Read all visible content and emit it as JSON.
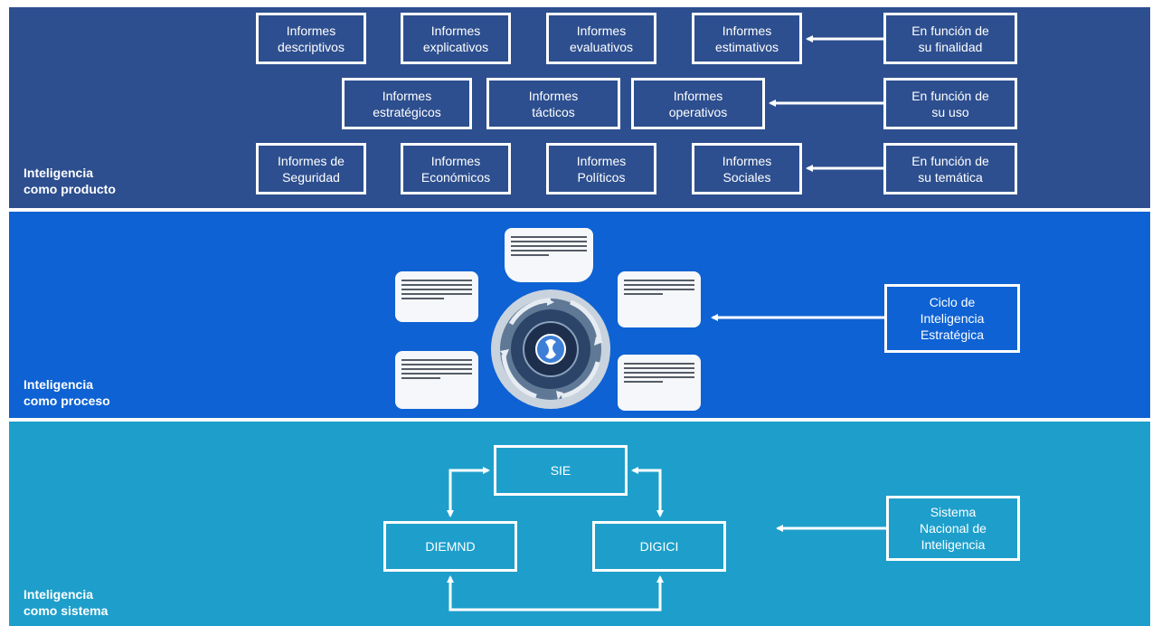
{
  "bands": [
    {
      "label_line1": "Inteligencia",
      "label_line2": "como producto"
    },
    {
      "label_line1": "Inteligencia",
      "label_line2": "como proceso"
    },
    {
      "label_line1": "Inteligencia",
      "label_line2": "como sistema"
    }
  ],
  "producto": {
    "row1": [
      {
        "l1": "Informes",
        "l2": "descriptivos"
      },
      {
        "l1": "Informes",
        "l2": "explicativos"
      },
      {
        "l1": "Informes",
        "l2": "evaluativos"
      },
      {
        "l1": "Informes",
        "l2": "estimativos"
      }
    ],
    "row2": [
      {
        "l1": "Informes",
        "l2": "estratégicos"
      },
      {
        "l1": "Informes",
        "l2": "tácticos"
      },
      {
        "l1": "Informes",
        "l2": "operativos"
      }
    ],
    "row3": [
      {
        "l1": "Informes de",
        "l2": "Seguridad"
      },
      {
        "l1": "Informes",
        "l2": "Económicos"
      },
      {
        "l1": "Informes",
        "l2": "Políticos"
      },
      {
        "l1": "Informes",
        "l2": "Sociales"
      }
    ],
    "criteria": [
      {
        "l1": "En función de",
        "l2": "su finalidad"
      },
      {
        "l1": "En función de",
        "l2": "su uso"
      },
      {
        "l1": "En función de",
        "l2": "su temática"
      }
    ]
  },
  "proceso": {
    "label": {
      "l1": "Ciclo de",
      "l2": "Inteligencia",
      "l3": "Estratégica"
    }
  },
  "sistema": {
    "sie": "SIE",
    "diemnd": "DIEMND",
    "digici": "DIGICI",
    "label": {
      "l1": "Sistema",
      "l2": "Nacional de",
      "l3": "Inteligencia"
    }
  },
  "colors": {
    "producto_band": "#2d4f8f",
    "proceso_band": "#0e62d3",
    "sistema_band": "#1e9fcb",
    "lines": "#ffffff"
  }
}
